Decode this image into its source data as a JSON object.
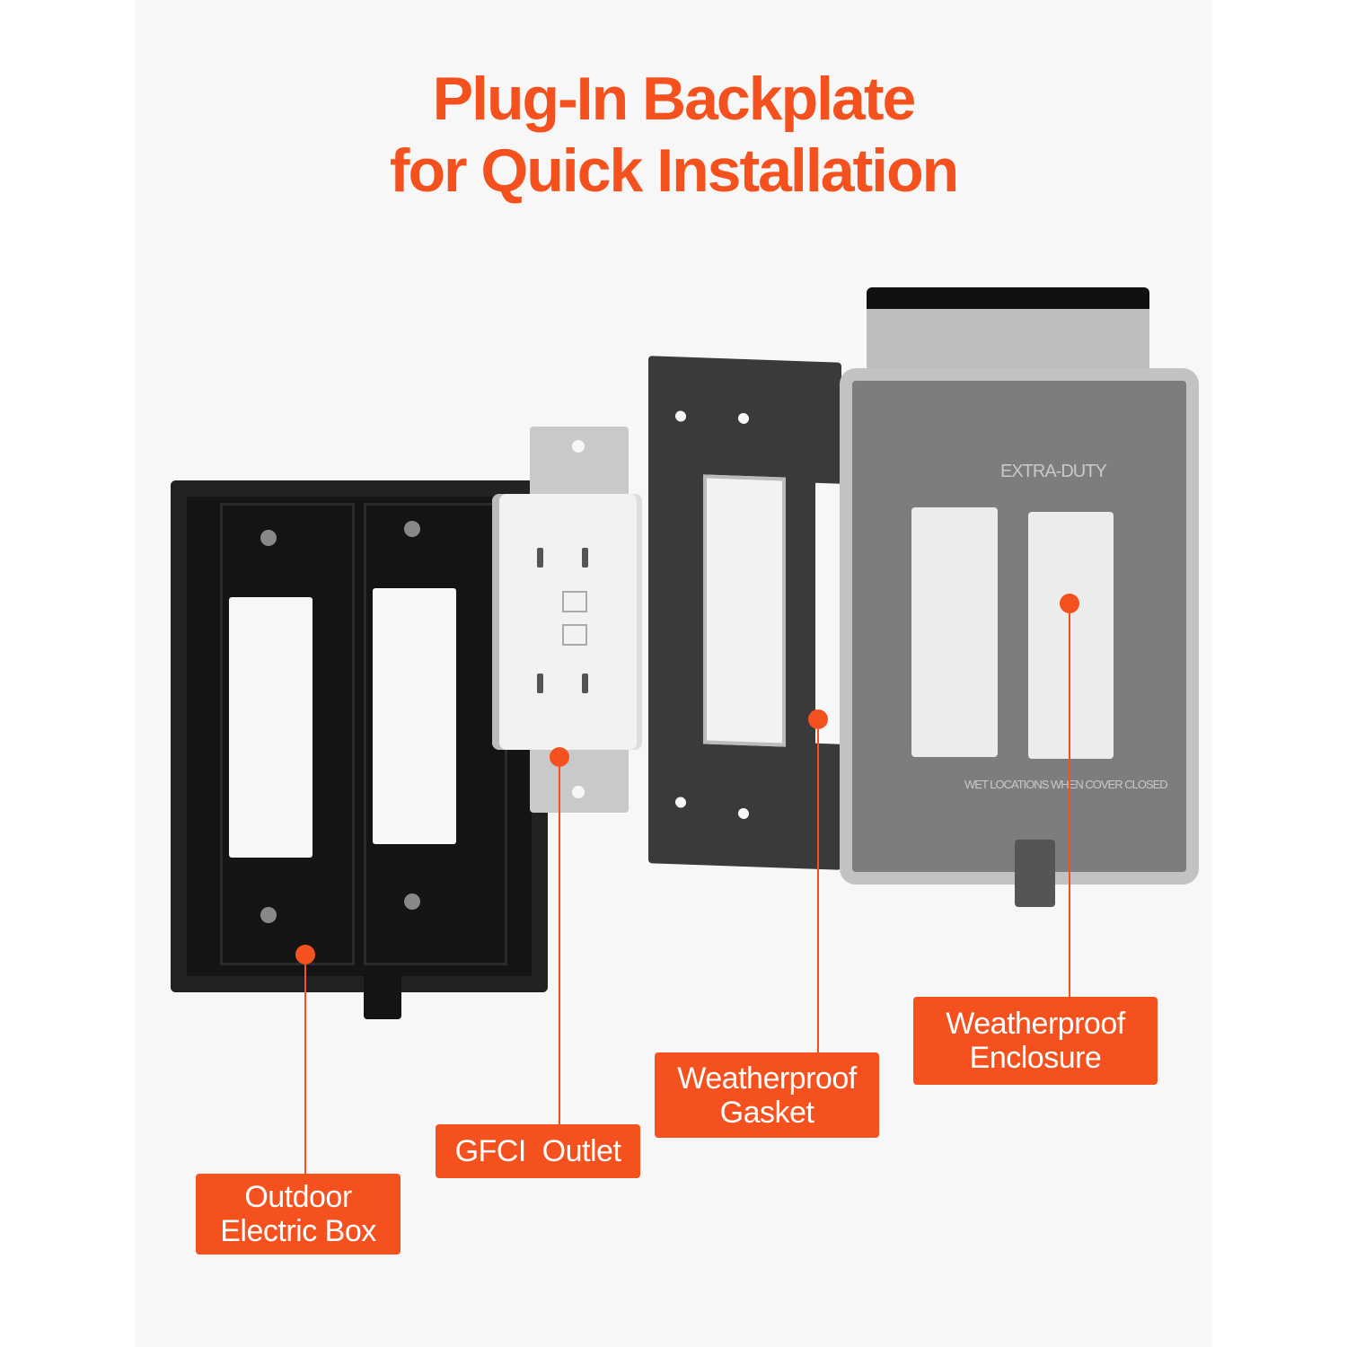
{
  "title": {
    "line1": "Plug-In Backplate",
    "line2": "for Quick Installation"
  },
  "product_markings": {
    "enclosure_top": "EXTRA-DUTY",
    "enclosure_bottom": "WET LOCATIONS WHEN COVER CLOSED"
  },
  "labels": [
    {
      "line1": "Outdoor",
      "line2": "Electric Box"
    },
    {
      "line1": "GFCI  Outlet"
    },
    {
      "line1": "Weatherproof",
      "line2": "Gasket"
    },
    {
      "line1": "Weatherproof",
      "line2": "Enclosure"
    }
  ],
  "colors": {
    "accent": "#f4511e",
    "background": "#f7f7f7"
  }
}
